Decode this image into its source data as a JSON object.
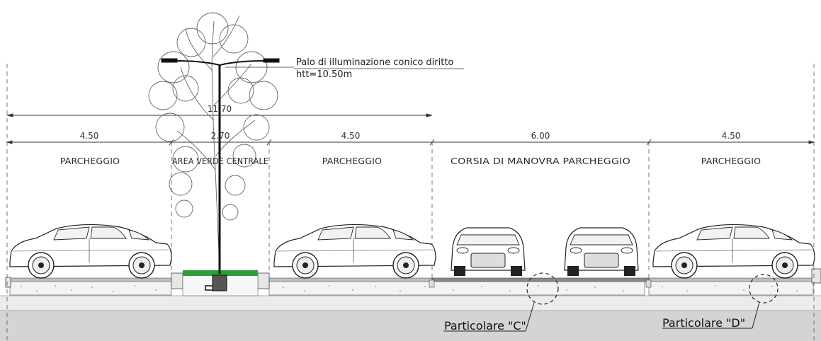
{
  "lamp_note": {
    "title": "Palo di illuminazione conico diritto",
    "height": "htt=10.50m"
  },
  "dimensions": {
    "overall": "11.70",
    "segments": [
      "4.50",
      "2.70",
      "4.50",
      "6.00",
      "4.50"
    ]
  },
  "zones": [
    "PARCHEGGIO",
    "AREA VERDE CENTRALE",
    "PARCHEGGIO",
    "CORSIA DI MANOVRA PARCHEGGIO",
    "PARCHEGGIO"
  ],
  "callouts": [
    "Particolare \"C\"",
    "Particolare \"D\""
  ],
  "colors": {
    "line": "#444444",
    "grass": "#2e9e3a",
    "ground": "#d4d4d4",
    "subbase": "#ececec"
  }
}
